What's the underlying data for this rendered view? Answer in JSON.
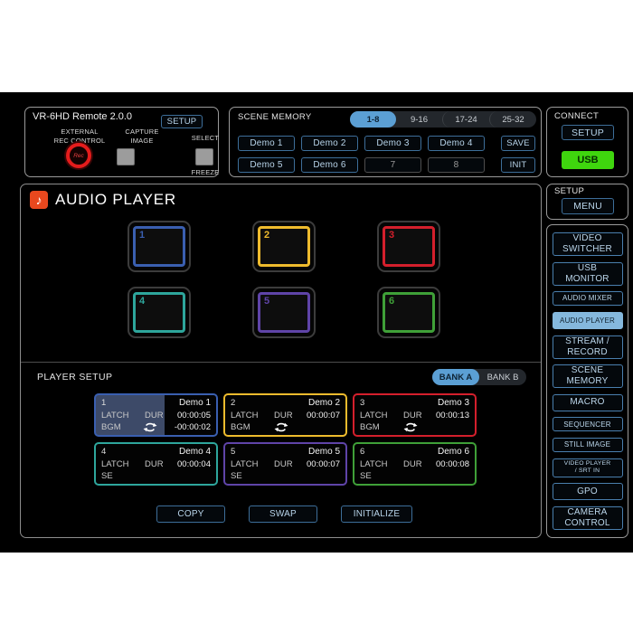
{
  "colors": {
    "accent_blue": "#5b9fd4",
    "usb_green": "#3fd60e",
    "selected_nav": "#85b8dd",
    "playing_fill": "#3d4a68",
    "button_border": "#3d6e99",
    "button_text": "#b8d4ea",
    "rec_red": "#e41c1c",
    "icon_orange": "#e8481e"
  },
  "device_panel": {
    "title": "VR-6HD Remote 2.0.0",
    "external_rec_label": "EXTERNAL\nREC CONTROL",
    "rec_button_label": "Rec",
    "capture_image_label": "CAPTURE\nIMAGE",
    "setup_button": "SETUP",
    "select_label": "SELECT",
    "freeze_label": "FREEZE"
  },
  "scene_memory": {
    "title": "SCENE MEMORY",
    "tabs": [
      {
        "label": "1-8",
        "selected": true
      },
      {
        "label": "9-16",
        "selected": false
      },
      {
        "label": "17-24",
        "selected": false
      },
      {
        "label": "25-32",
        "selected": false
      }
    ],
    "slots_row1": [
      {
        "label": "Demo 1"
      },
      {
        "label": "Demo 2"
      },
      {
        "label": "Demo 3"
      },
      {
        "label": "Demo 4"
      }
    ],
    "slots_row2": [
      {
        "label": "Demo 5"
      },
      {
        "label": "Demo 6"
      },
      {
        "label": "7",
        "empty": true
      },
      {
        "label": "8",
        "empty": true
      }
    ],
    "save_button": "SAVE",
    "init_button": "INIT"
  },
  "connect_panel": {
    "title": "CONNECT",
    "setup_button": "SETUP",
    "usb_button": "USB"
  },
  "setup_panel": {
    "title": "SETUP",
    "menu_button": "MENU"
  },
  "sidebar": {
    "items": [
      {
        "label": "VIDEO\nSWITCHER"
      },
      {
        "label": "USB\nMONITOR"
      },
      {
        "label": "AUDIO MIXER"
      },
      {
        "label": "AUDIO PLAYER",
        "selected": true
      },
      {
        "label": "STREAM /\nRECORD"
      },
      {
        "label": "SCENE\nMEMORY"
      },
      {
        "label": "MACRO"
      },
      {
        "label": "SEQUENCER"
      },
      {
        "label": "STILL IMAGE"
      },
      {
        "label": "VIDEO PLAYER\n/ SRT IN"
      },
      {
        "label": "GPO"
      },
      {
        "label": "CAMERA\nCONTROL"
      }
    ]
  },
  "audio_player": {
    "title": "AUDIO PLAYER",
    "pads": [
      {
        "number": "1",
        "color": "#3a5fb0"
      },
      {
        "number": "2",
        "color": "#eebb2d"
      },
      {
        "number": "3",
        "color": "#d41f2c"
      },
      {
        "number": "4",
        "color": "#2ea69c"
      },
      {
        "number": "5",
        "color": "#5f44a8"
      },
      {
        "number": "6",
        "color": "#3fa038"
      }
    ],
    "player_setup": {
      "title": "PLAYER SETUP",
      "banks": [
        {
          "label": "BANK A",
          "selected": true
        },
        {
          "label": "BANK B",
          "selected": false
        }
      ],
      "cells": [
        {
          "number": "1",
          "name": "Demo 1",
          "mode": "LATCH",
          "dur_label": "DUR",
          "duration": "00:00:05",
          "category": "BGM",
          "loop": true,
          "remaining": "-00:00:02",
          "color": "#3a5fb0",
          "playing": true
        },
        {
          "number": "2",
          "name": "Demo 2",
          "mode": "LATCH",
          "dur_label": "DUR",
          "duration": "00:00:07",
          "category": "BGM",
          "loop": true,
          "color": "#eebb2d"
        },
        {
          "number": "3",
          "name": "Demo 3",
          "mode": "LATCH",
          "dur_label": "DUR",
          "duration": "00:00:13",
          "category": "BGM",
          "loop": true,
          "color": "#d41f2c"
        },
        {
          "number": "4",
          "name": "Demo 4",
          "mode": "LATCH",
          "dur_label": "DUR",
          "duration": "00:00:04",
          "category": "SE",
          "loop": false,
          "color": "#2ea69c"
        },
        {
          "number": "5",
          "name": "Demo 5",
          "mode": "LATCH",
          "dur_label": "DUR",
          "duration": "00:00:07",
          "category": "SE",
          "loop": false,
          "color": "#5f44a8"
        },
        {
          "number": "6",
          "name": "Demo 6",
          "mode": "LATCH",
          "dur_label": "DUR",
          "duration": "00:00:08",
          "category": "SE",
          "loop": false,
          "color": "#3fa038"
        }
      ],
      "actions": [
        {
          "label": "COPY"
        },
        {
          "label": "SWAP"
        },
        {
          "label": "INITIALIZE"
        }
      ]
    }
  }
}
